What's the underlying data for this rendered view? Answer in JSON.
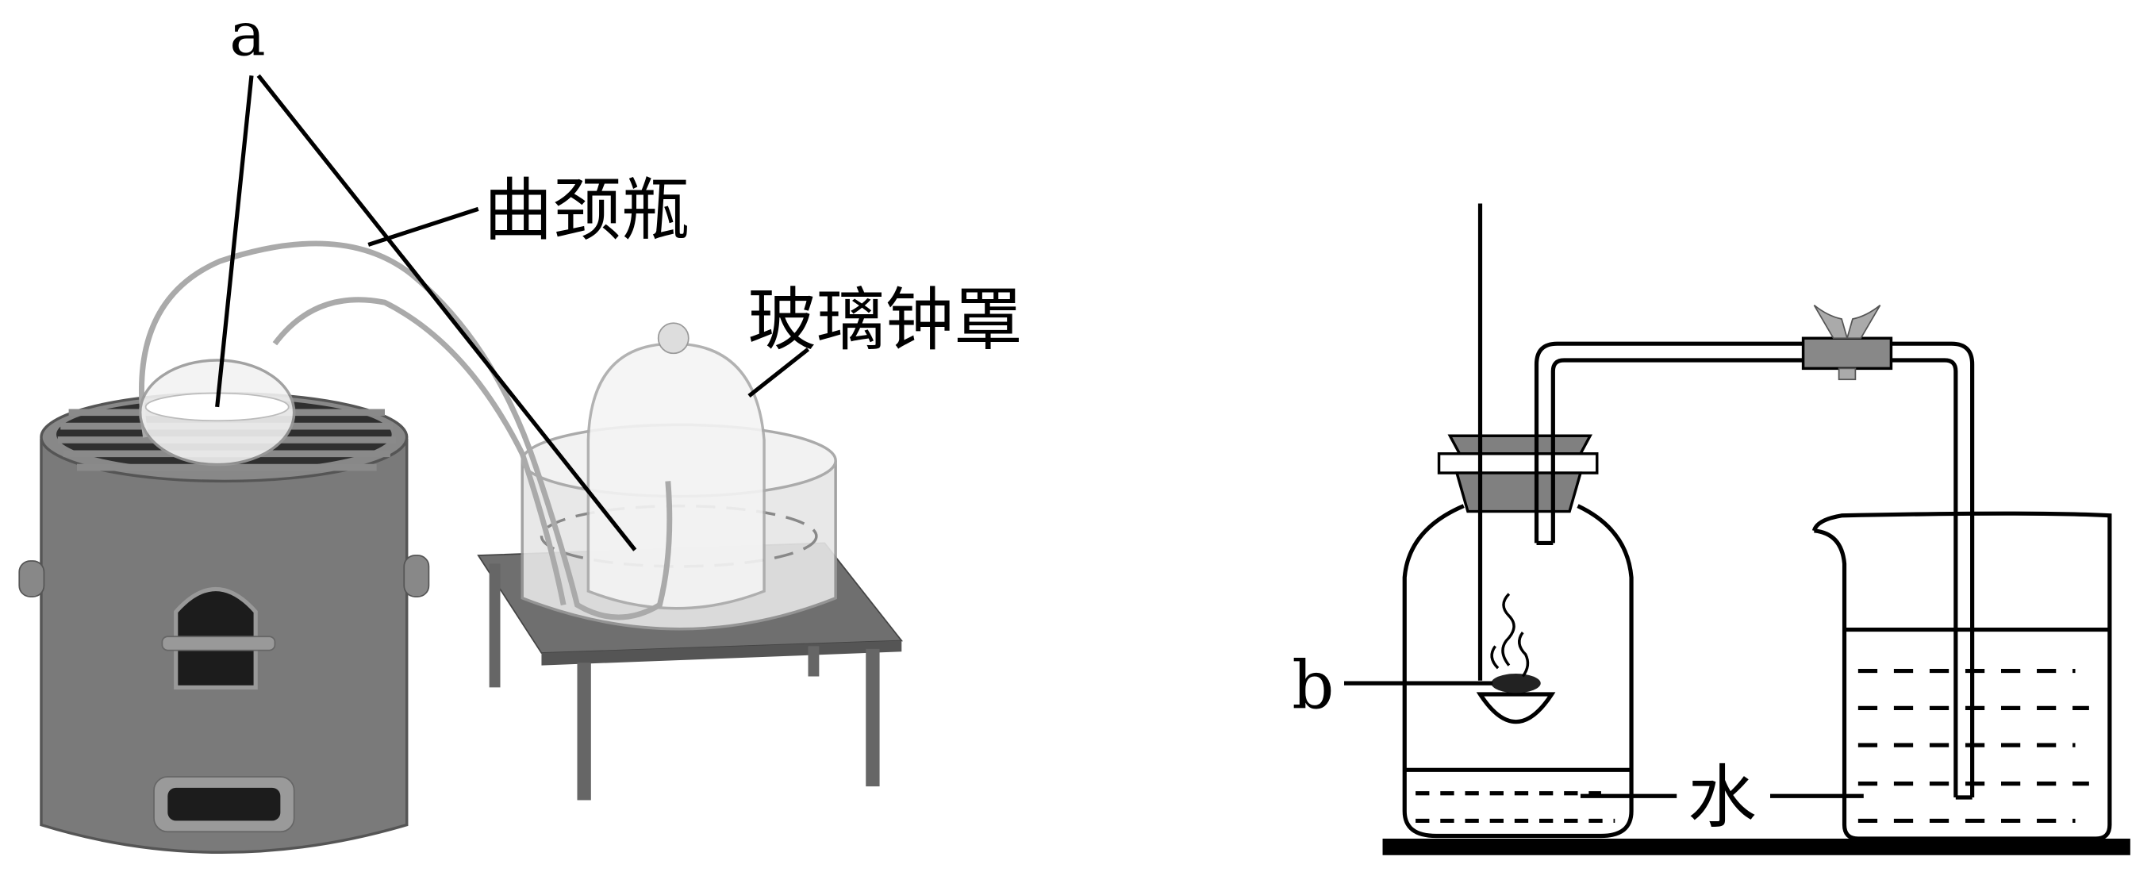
{
  "labels": {
    "a": "a",
    "retort_flask": "曲颈瓶",
    "bell_jar": "玻璃钟罩",
    "b": "b",
    "water": "水"
  },
  "colors": {
    "stove": "#7a7a7a",
    "stove_dark": "#3a3a3a",
    "table": "#6f6f6f",
    "stopper": "#808080",
    "line": "#000000"
  }
}
